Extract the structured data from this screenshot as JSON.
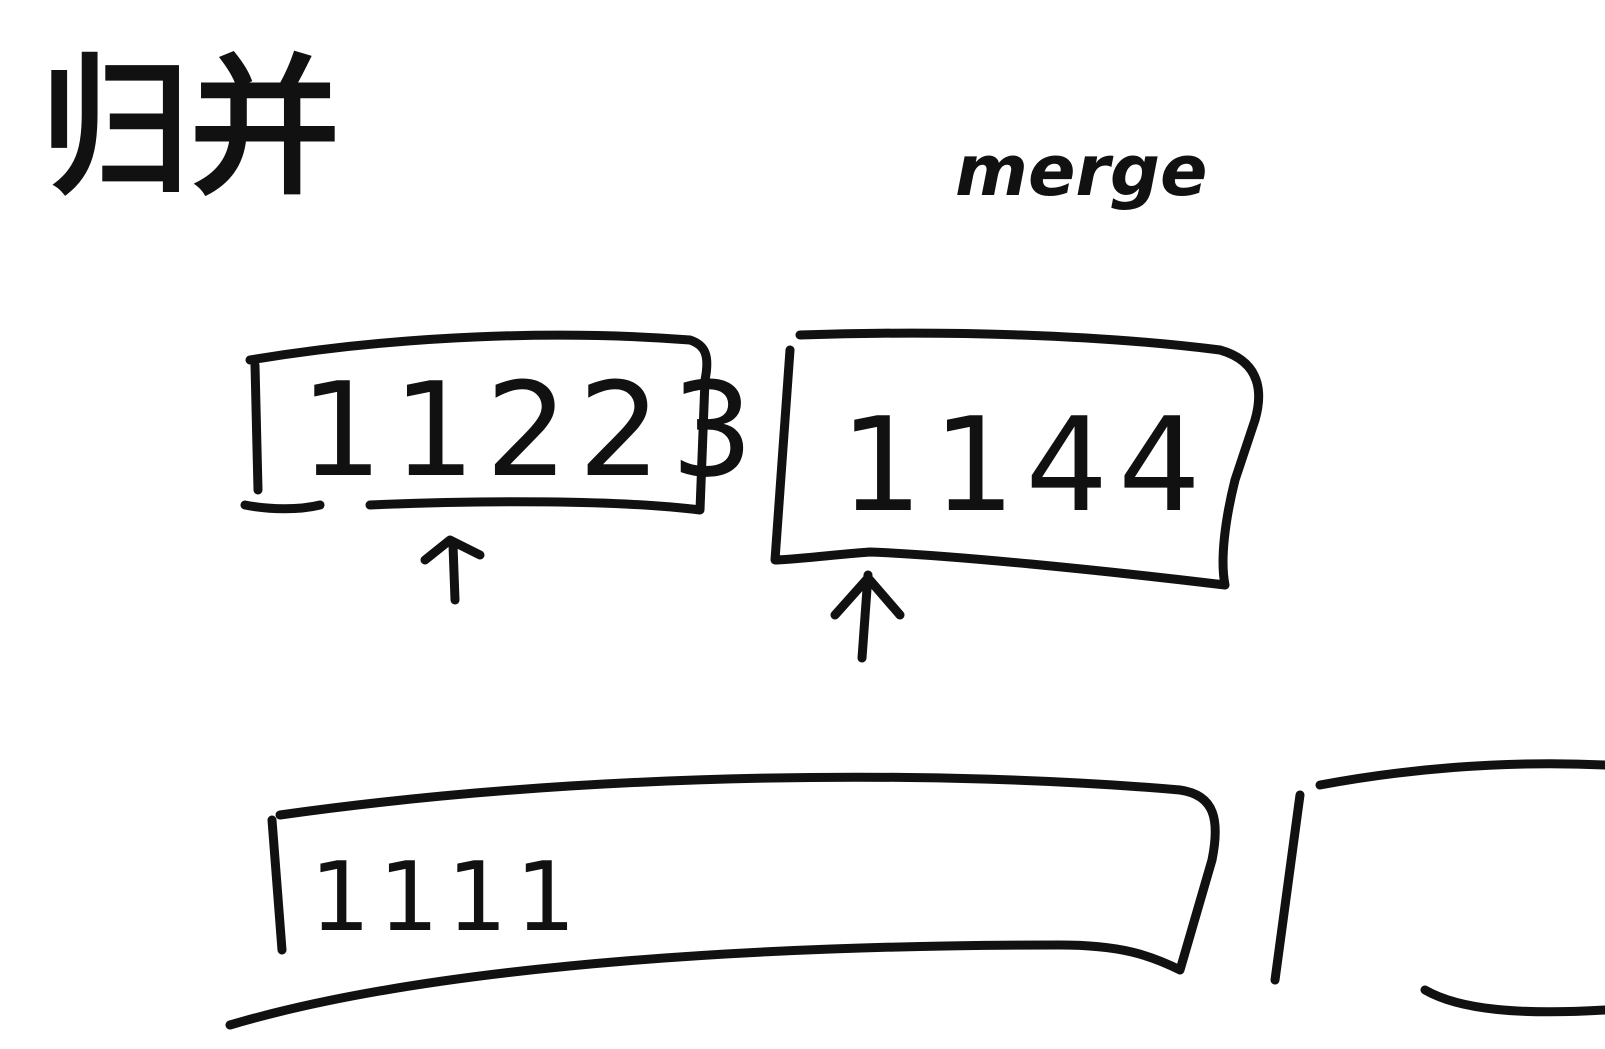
{
  "title": "归并",
  "subtitle": "merge",
  "arrays": {
    "left": "11223",
    "right": "1144",
    "result": "1111"
  },
  "colors": {
    "ink": "#111111",
    "background": "#ffffff"
  }
}
